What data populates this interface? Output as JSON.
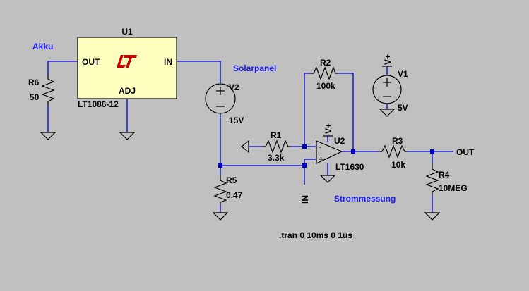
{
  "schematic": {
    "regulator": {
      "ref": "U1",
      "pin_out": "OUT",
      "pin_in": "IN",
      "pin_adj": "ADJ",
      "part": "LT1086-12",
      "logo": "LT"
    },
    "r6": {
      "ref": "R6",
      "value": "50"
    },
    "v2": {
      "ref": "V2",
      "value": "15V"
    },
    "r2": {
      "ref": "R2",
      "value": "100k"
    },
    "v1": {
      "ref": "V1",
      "value": "5V",
      "net": "V+"
    },
    "r1": {
      "ref": "R1",
      "value": "3.3k"
    },
    "opamp": {
      "ref": "U2",
      "part": "LT1630",
      "supply": "V+",
      "minus": "-",
      "plus": "+"
    },
    "r3": {
      "ref": "R3",
      "value": "10k"
    },
    "r4": {
      "ref": "R4",
      "value": "10MEG"
    },
    "r5": {
      "ref": "R5",
      "value": "0.47"
    },
    "nets": {
      "out": "OUT",
      "in": "IN"
    },
    "notes": {
      "akku": "Akku",
      "solarpanel": "Solarpanel",
      "strommessung": "Strommessung"
    },
    "directive": ".tran 0 10ms 0 1us"
  },
  "colors": {
    "background": "#c0c0c0",
    "wire": "#0000cc",
    "component": "#000000",
    "regulator_fill": "#ffffc0",
    "logo": "#cc0000",
    "comment": "#1a1aff"
  }
}
